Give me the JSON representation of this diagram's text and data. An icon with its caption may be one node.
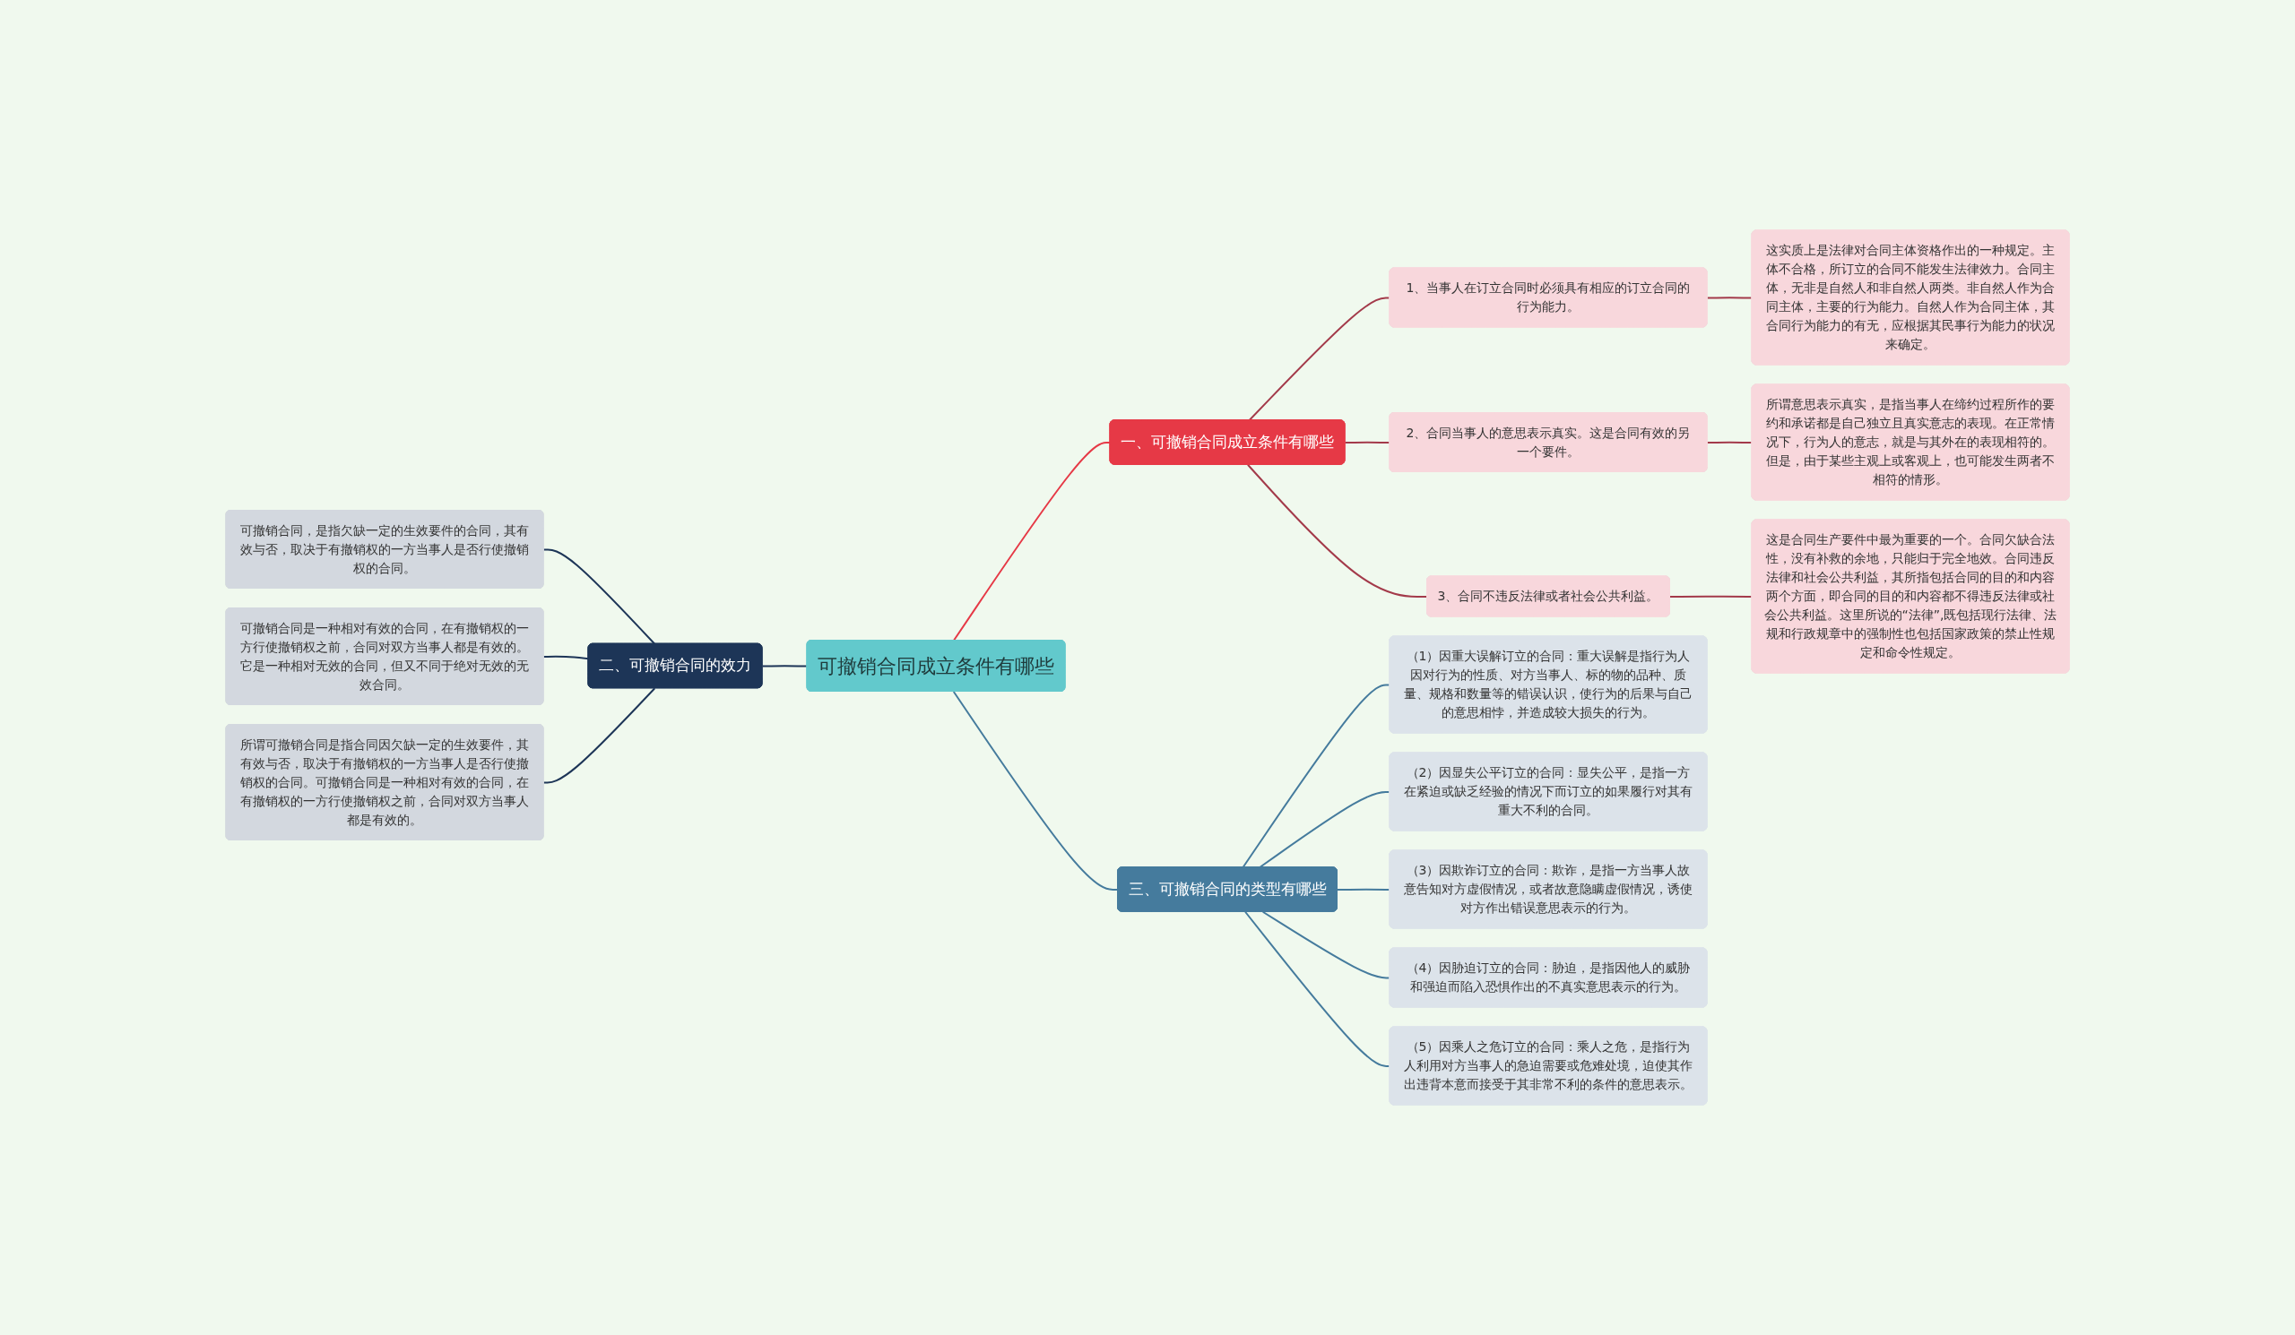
{
  "diagram": {
    "nodes": [
      {
        "text": [
          "可撤销合同成立条件有哪些"
        ]
      },
      {
        "text": [
          "一、可撤销合同成立条件有哪些"
        ]
      },
      {
        "text": [
          "1、当事人在订立合同时必须具有相应的订立合同的行为能力。"
        ]
      },
      {
        "text": [
          "这实质上是法律对合同主体资格作出的一种规定。主体不合格，所订立的合同不能发生法律效力。合同主体，无非是自然人和非自然人两类。非自然人作为合同主体，主要的行为能力。自然人作为合同主体，其合同行为能力的有无，应根据其民事行为能力的状况来确定。"
        ]
      },
      {
        "text": [
          "2、合同当事人的意思表示真实。这是合同有效的另一个要件。"
        ]
      },
      {
        "text": [
          "所谓意思表示真实，是指当事人在缔约过程所作的要约和承诺都是自己独立且真实意志的表现。在正常情况下，行为人的意志，就是与其外在的表现相符的。但是，由于某些主观上或客观上，也可能发生两者不相符的情形。"
        ]
      },
      {
        "text": [
          "3、合同不违反法律或者社会公共利益。"
        ]
      },
      {
        "text": [
          "这是合同生产要件中最为重要的一个。合同欠缺合法性，没有补救的余地，只能归于完全地效。合同违反法律和社会公共利益，其所指包括合同的目的和内容两个方面，即合同的目的和内容都不得违反法律或社会公共利益。这里所说的“法律”,既包括现行法律、法规和行政规章中的强制性也包括国家政策的禁止性规定和命令性规定。"
        ]
      },
      {
        "text": [
          "二、可撤销合同的效力"
        ]
      },
      {
        "text": [
          "可撤销合同，是指欠缺一定的生效要件的合同，其有效与否，取决于有撤销权的一方当事人是否行使撤销权的合同。"
        ]
      },
      {
        "text": [
          "可撤销合同是一种相对有效的合同，在有撤销权的一方行使撤销权之前，合同对双方当事人都是有效的。它是一种相对无效的合同，但又不同于绝对无效的无效合同。"
        ]
      },
      {
        "text": [
          "所谓可撤销合同是指合同因欠缺一定的生效要件，其有效与否，取决于有撤销权的一方当事人是否行使撤销权的合同。可撤销合同是一种相对有效的合同，在有撤销权的一方行使撤销权之前，合同对双方当事人都是有效的。"
        ]
      },
      {
        "text": [
          "三、可撤销合同的类型有哪些"
        ]
      },
      {
        "text": [
          "（1）因重大误解订立的合同：重大误解是指行为人因对行为的性质、对方当事人、标的物的品种、质量、规格和数量等的错误认识，使行为的后果与自己的意思相悖，并造成较大损失的行为。"
        ]
      },
      {
        "text": [
          "（2）因显失公平订立的合同：显失公平，是指一方在紧迫或缺乏经验的情况下而订立的如果履行对其有重大不利的合同。"
        ]
      },
      {
        "text": [
          "（3）因欺诈订立的合同：欺诈，是指一方当事人故意告知对方虚假情况，或者故意隐瞒虚假情况，诱使对方作出错误意思表示的行为。"
        ]
      },
      {
        "text": [
          "（4）因胁迫订立的合同：胁迫，是指因他人的威胁和强迫而陷入恐惧作出的不真实意思表示的行为。"
        ]
      },
      {
        "text": [
          "（5）因乘人之危订立的合同：乘人之危，是指行为人利用对方当事人的急迫需要或危难处境，迫使其作出违背本意而接受于其非常不利的条件的意思表示。"
        ]
      }
    ],
    "edges": [
      {
        "from": 0,
        "to": 1,
        "arrow": "none",
        "color": "#e63946"
      },
      {
        "from": 1,
        "to": 2,
        "arrow": "none",
        "color": "#a33a4a"
      },
      {
        "from": 2,
        "to": 3,
        "arrow": "none",
        "color": "#a33a4a"
      },
      {
        "from": 1,
        "to": 4,
        "arrow": "none",
        "color": "#a33a4a"
      },
      {
        "from": 4,
        "to": 5,
        "arrow": "none",
        "color": "#a33a4a"
      },
      {
        "from": 1,
        "to": 6,
        "arrow": "none",
        "color": "#a33a4a"
      },
      {
        "from": 6,
        "to": 7,
        "arrow": "none",
        "color": "#a33a4a"
      },
      {
        "from": 8,
        "to": 0,
        "arrow": "none",
        "color": "#1d3557"
      },
      {
        "from": 9,
        "to": 8,
        "arrow": "none",
        "color": "#1d3557"
      },
      {
        "from": 10,
        "to": 8,
        "arrow": "none",
        "color": "#1d3557"
      },
      {
        "from": 11,
        "to": 8,
        "arrow": "none",
        "color": "#1d3557"
      },
      {
        "from": 0,
        "to": 12,
        "arrow": "none",
        "color": "#457b9d"
      },
      {
        "from": 12,
        "to": 13,
        "arrow": "none",
        "color": "#457b9d"
      },
      {
        "from": 12,
        "to": 14,
        "arrow": "none",
        "color": "#457b9d"
      },
      {
        "from": 12,
        "to": 15,
        "arrow": "none",
        "color": "#457b9d"
      },
      {
        "from": 12,
        "to": 16,
        "arrow": "none",
        "color": "#457b9d"
      },
      {
        "from": 12,
        "to": 17,
        "arrow": "none",
        "color": "#457b9d"
      }
    ]
  }
}
